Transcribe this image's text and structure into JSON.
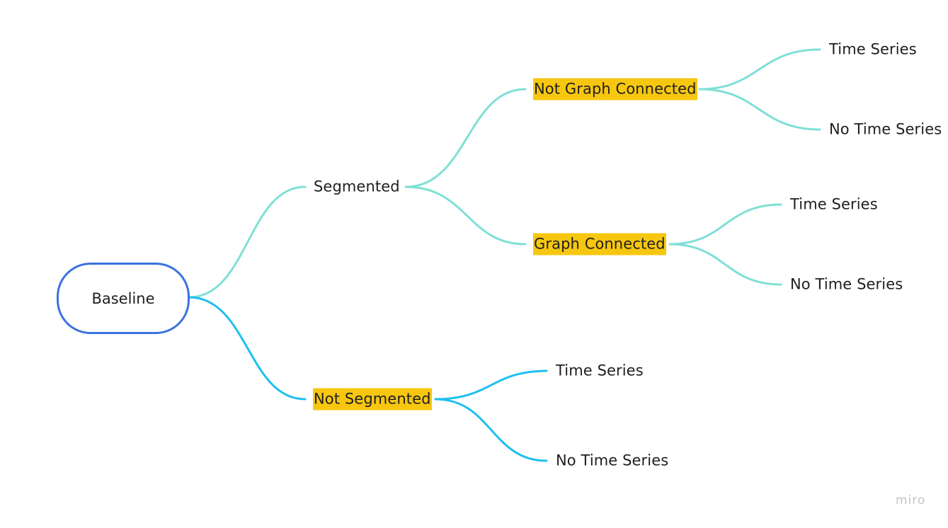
{
  "colors": {
    "teal_branch": "#7fe0d5",
    "blue_branch": "#1fbff0",
    "root_border": "#3a72e0",
    "highlight": "#f7c710",
    "text": "#1f1f1f"
  },
  "mindmap": {
    "root": "Baseline",
    "segmented": {
      "label": "Segmented",
      "not_graph_connected": {
        "label": "Not Graph Connected",
        "time_series": "Time Series",
        "no_time_series": "No Time Series"
      },
      "graph_connected": {
        "label": "Graph Connected",
        "time_series": "Time Series",
        "no_time_series": "No Time Series"
      }
    },
    "not_segmented": {
      "label": "Not Segmented",
      "time_series": "Time Series",
      "no_time_series": "No Time Series"
    }
  },
  "watermark": "miro"
}
